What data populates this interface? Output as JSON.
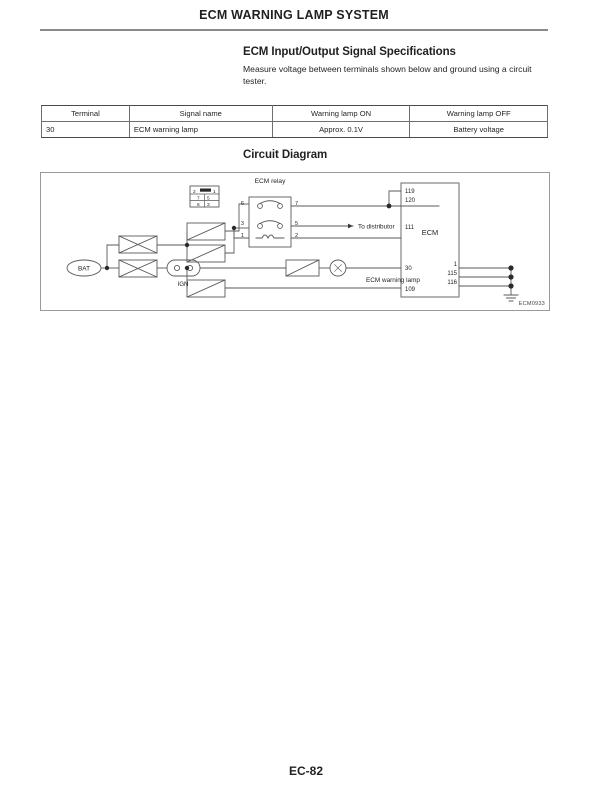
{
  "header": {
    "title": "ECM WARNING LAMP SYSTEM"
  },
  "spec_section": {
    "title": "ECM Input/Output Signal Specifications",
    "body": "Measure voltage between terminals shown below and ground using a circuit tester."
  },
  "spec_table": {
    "columns": [
      "Terminal",
      "Signal name",
      "Warning lamp ON",
      "Warning lamp OFF"
    ],
    "rows": [
      {
        "terminal": "30",
        "signal_name": "ECM warning lamp",
        "lamp_on": "Approx. 0.1V",
        "lamp_off": "Battery voltage"
      }
    ]
  },
  "circuit_section": {
    "title": "Circuit Diagram",
    "figure_id": "ECM0933",
    "labels": {
      "battery": "BAT",
      "ignition": "IGN",
      "relay": "ECM relay",
      "ecm": "ECM",
      "warning_lamp": "ECM warning lamp",
      "to_distributor": "To distributor"
    },
    "relay_pins": {
      "top_left": "6",
      "top_right": "7",
      "mid_left": "3",
      "mid_right": "5",
      "bot_left": "1",
      "bot_right": "2"
    },
    "connector_pins": {
      "row1_left": "2",
      "row1_right": "1",
      "row2_left": "7",
      "row2_right": "5",
      "row3_left": "6",
      "row3_right": "3"
    },
    "ecm_terminals_left": [
      "119",
      "120",
      "111",
      "30",
      "109"
    ],
    "ecm_terminals_right": [
      "1",
      "115",
      "116"
    ]
  },
  "footer": {
    "page_number": "EC-82"
  },
  "colors": {
    "ink": "#231f20",
    "rule": "#8a8a8a",
    "line": "#5a5a5a",
    "frame": "#9a9a9a"
  }
}
